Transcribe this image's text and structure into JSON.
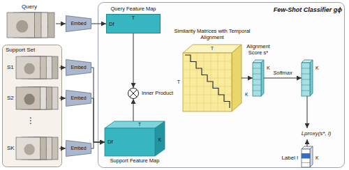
{
  "diagram": {
    "nodes": [
      {
        "text": [
          "Few-Shot Classifier gϕ"
        ]
      },
      {
        "text": [
          "Support Set"
        ]
      },
      {
        "text": [
          "Query"
        ]
      },
      {
        "text": [
          "Embed"
        ]
      },
      {
        "text": [
          "S1"
        ],
        "in": 1
      },
      {
        "text": [
          "S2"
        ],
        "in": 1
      },
      {
        "text": [
          "SK"
        ],
        "in": 1
      },
      {
        "text": [
          "Embed"
        ]
      },
      {
        "text": [
          "Embed"
        ]
      },
      {
        "text": [
          "Embed"
        ]
      },
      {
        "text": [
          "Query Feature Map",
          "Df",
          "T"
        ],
        "in": 0
      },
      {
        "text": [
          "Inner Product"
        ],
        "in": 0
      },
      {
        "text": [
          "Support Feature Map",
          "Df",
          "T",
          "K"
        ],
        "in": 0
      },
      {
        "text": [
          "Similarity Matrices with Temporal Alignment",
          "T",
          "K",
          "T"
        ],
        "in": 0
      },
      {
        "text": [
          "Alignment Score s*",
          "K"
        ],
        "in": 0
      },
      {
        "text": [
          "K"
        ],
        "in": 0
      },
      {
        "text": [
          "Lproxy(s*, l)"
        ],
        "in": 0
      },
      {
        "text": [
          "Label l",
          "K"
        ],
        "in": 0
      }
    ],
    "edges": [
      {
        "from": 2,
        "to": 3,
        "arrow": "to"
      },
      {
        "from": 3,
        "to": 10,
        "arrow": "to"
      },
      {
        "from": 4,
        "to": 7,
        "arrow": "to"
      },
      {
        "from": 5,
        "to": 8,
        "arrow": "to"
      },
      {
        "from": 6,
        "to": 9,
        "arrow": "to"
      },
      {
        "from": 7,
        "to": 12,
        "arrow": "to"
      },
      {
        "from": 8,
        "to": 12,
        "arrow": "to"
      },
      {
        "from": 9,
        "to": 12,
        "arrow": "to"
      },
      {
        "from": 10,
        "to": 11,
        "arrow": "to"
      },
      {
        "from": 12,
        "to": 11,
        "arrow": "to"
      },
      {
        "from": 13,
        "to": 14,
        "arrow": "to"
      },
      {
        "from": 14,
        "to": 15,
        "arrow": "to",
        "label": "Softmax"
      },
      {
        "from": 15,
        "to": 16,
        "arrow": "to"
      },
      {
        "from": 17,
        "to": 16,
        "arrow": "to"
      }
    ],
    "labels": [
      "⋮"
    ]
  }
}
